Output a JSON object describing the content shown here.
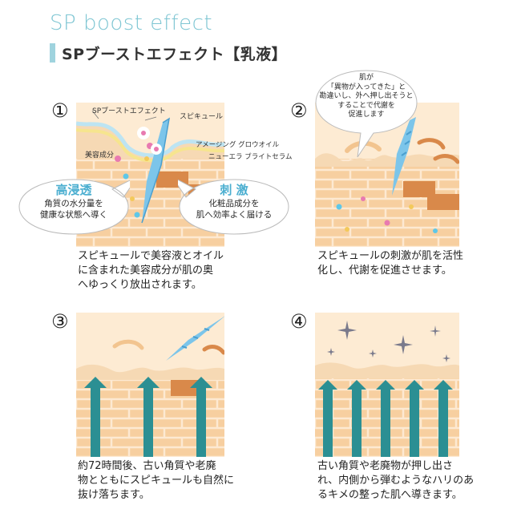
{
  "title_en": "SP boost effect",
  "title_jp": "SPブーストエフェクト【乳液】",
  "colors": {
    "accent": "#7fc6d3",
    "skin_bg": "#fbe2c3",
    "brick": "#f7cfa0",
    "brick_dark": "#d9894a",
    "arrow_teal": "#2b9aa0",
    "spicule": "#7cc5ea"
  },
  "panels": [
    {
      "number": "①",
      "labels": {
        "layer_sp": "SPブーストエフェクト",
        "spicule": "スピキュール",
        "beauty": "美容成分",
        "amazing_oil": "アメージング グロウオイル",
        "nuera_serum": "ニューエラ ブライトセラム"
      },
      "bubble_left": {
        "heading": "高浸透",
        "line1": "角質の水分量を",
        "line2": "健康な状態へ導く"
      },
      "bubble_right": {
        "heading": "刺 激",
        "line1": "化粧品成分を",
        "line2": "肌へ効率よく届ける"
      },
      "caption": [
        "スピキュールで美容液とオイル",
        "に含まれた美容成分が肌の奥",
        "へゆっくり放出されます。"
      ]
    },
    {
      "number": "②",
      "bubble": [
        "肌が",
        "「異物が入ってきた」と",
        "勘違いし、外へ押し出そうと",
        "することで代謝を",
        "促進します"
      ],
      "caption": [
        "スピキュールの刺激が肌を活性",
        "化し、代謝を促進させます。"
      ]
    },
    {
      "number": "③",
      "caption": [
        "約72時間後、古い角質や老廃",
        "物とともにスピキュールも自然に",
        "抜け落ちます。"
      ]
    },
    {
      "number": "④",
      "caption": [
        "古い角質や老廃物が押し出さ",
        "れ、内側から弾むようなハリのあ",
        "るキメの整った肌へ導きます。"
      ]
    }
  ]
}
